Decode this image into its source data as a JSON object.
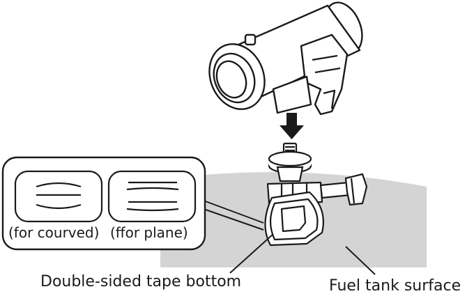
{
  "labels": {
    "curved_caption": "(for courved)",
    "plane_caption": "(ffor plane)",
    "tape_bottom": "Double-sided tape bottom",
    "fuel_tank_surface": "Fuel tank surface"
  },
  "colors": {
    "line": "#1a1a1a",
    "tank_fill": "#d4d4d4",
    "background": "#ffffff"
  },
  "icons": {
    "arrow": "down-arrow-icon",
    "camera": "camera-icon"
  }
}
